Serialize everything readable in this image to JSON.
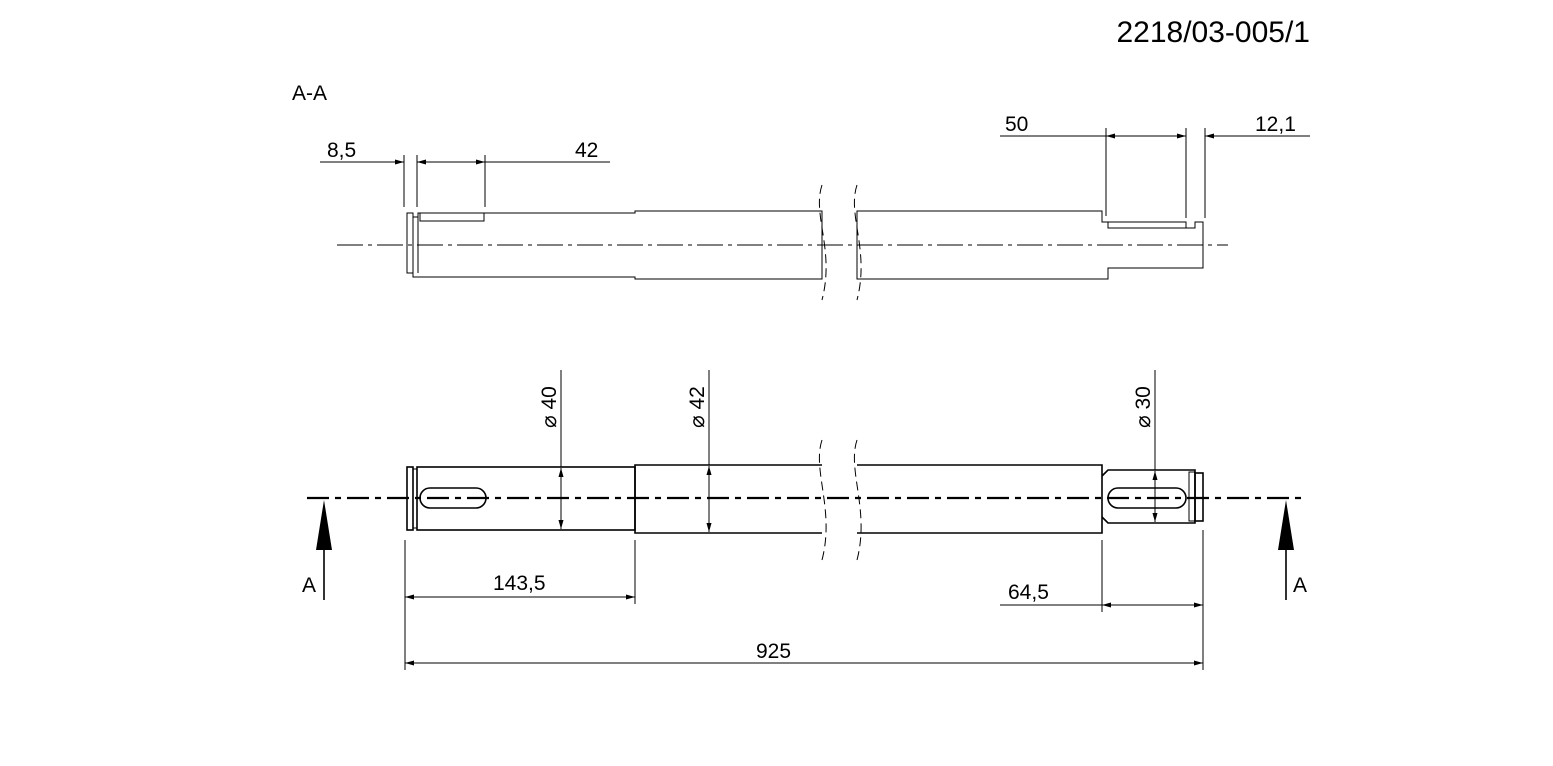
{
  "drawing_number": "2218/03-005/1",
  "section_label": "A-A",
  "section_marker": "A",
  "dimensions": {
    "groove_offset": "8,5",
    "keyway_left_length": "42",
    "keyway_right_length": "50",
    "right_end_offset": "12,1",
    "dia_left": "⌀ 40",
    "dia_middle": "⌀ 42",
    "dia_right": "⌀ 30",
    "left_step_length": "143,5",
    "right_step_length": "64,5",
    "overall_length": "925"
  }
}
